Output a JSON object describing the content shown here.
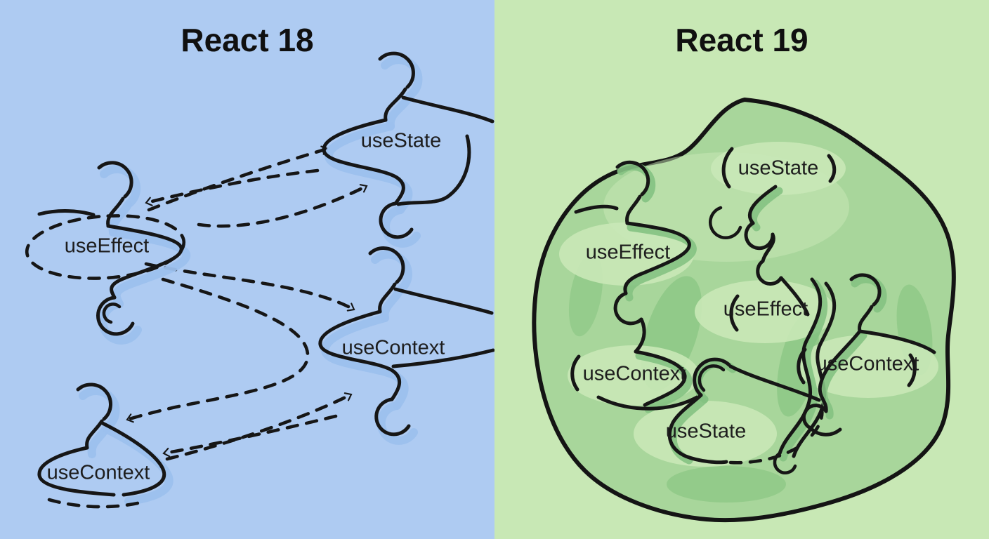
{
  "panels": {
    "left": {
      "title": "React 18",
      "background_color": "#aecbf2",
      "hook_shadow_color": "#9cc0ed",
      "ink_color": "#161616",
      "hooks": [
        {
          "label": "useState"
        },
        {
          "label": "useEffect"
        },
        {
          "label": "useContext"
        },
        {
          "label": "useContext"
        }
      ]
    },
    "right": {
      "title": "React 19",
      "background_color": "#c8e8b5",
      "blob_fill_color": "#a8d69b",
      "blob_highlight_color": "#c9e8b7",
      "blob_shade_color": "#8dc886",
      "hook_shadow_color": "#84c282",
      "ink_color": "#161616",
      "hooks": [
        {
          "label": "useState"
        },
        {
          "label": "useEffect"
        },
        {
          "label": "useEffect"
        },
        {
          "label": "useContext"
        },
        {
          "label": "useContext"
        },
        {
          "label": "useState"
        }
      ]
    }
  }
}
